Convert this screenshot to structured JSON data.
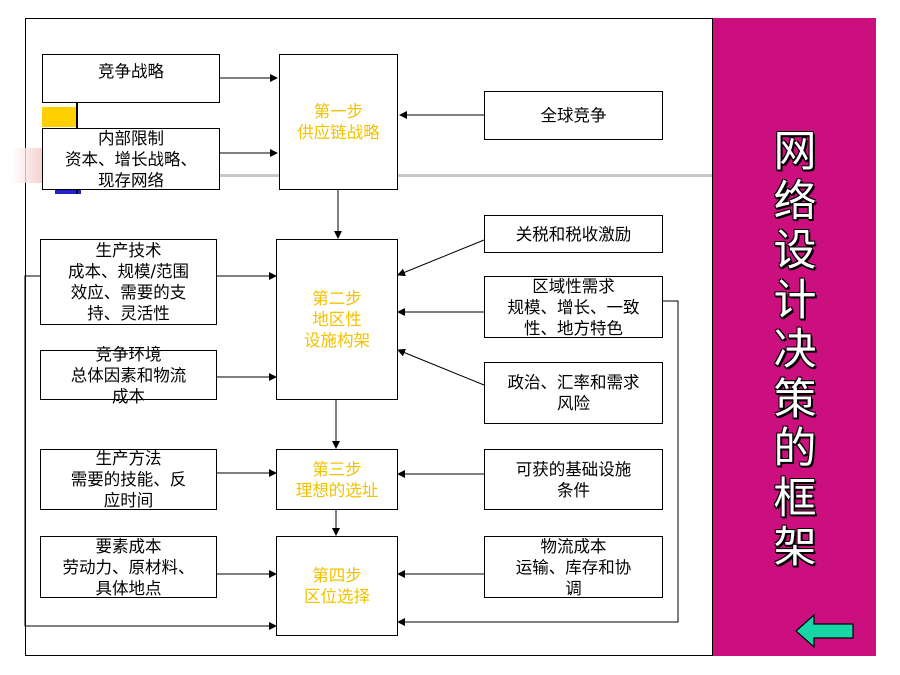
{
  "title": "网\n络\n设\n计\n决\n策\n的\n框\n架",
  "steps": {
    "s1": "第一步\n供应链战略",
    "s2": "第二步\n地区性\n设施构架",
    "s3": "第三步\n理想的选址",
    "s4": "第四步\n区位选择"
  },
  "left": {
    "l1": "竞争战略",
    "l2": "内部限制\n资本、增长战略、\n现存网络",
    "l3": "生产技术\n成本、规模/范围\n效应、需要的支\n持、灵活性",
    "l4": "竞争环境\n总体因素和物流\n成本",
    "l5": "生产方法\n需要的技能、反\n应时间",
    "l6": "要素成本\n劳动力、原材料、\n具体地点"
  },
  "right": {
    "r1": "全球竞争",
    "r2": "关税和税收激励",
    "r3": "区域性需求\n规模、增长、一致\n性、地方特色",
    "r4": "政治、汇率和需求\n风险",
    "r5": "可获的基础设施\n条件",
    "r6": "物流成本\n运输、库存和协\n调"
  },
  "colors": {
    "sidebar": "#cc0f7e",
    "step_text": "#f2c200",
    "back_arrow": "#18d6a6"
  },
  "icons": {
    "back": "left-arrow-icon"
  }
}
